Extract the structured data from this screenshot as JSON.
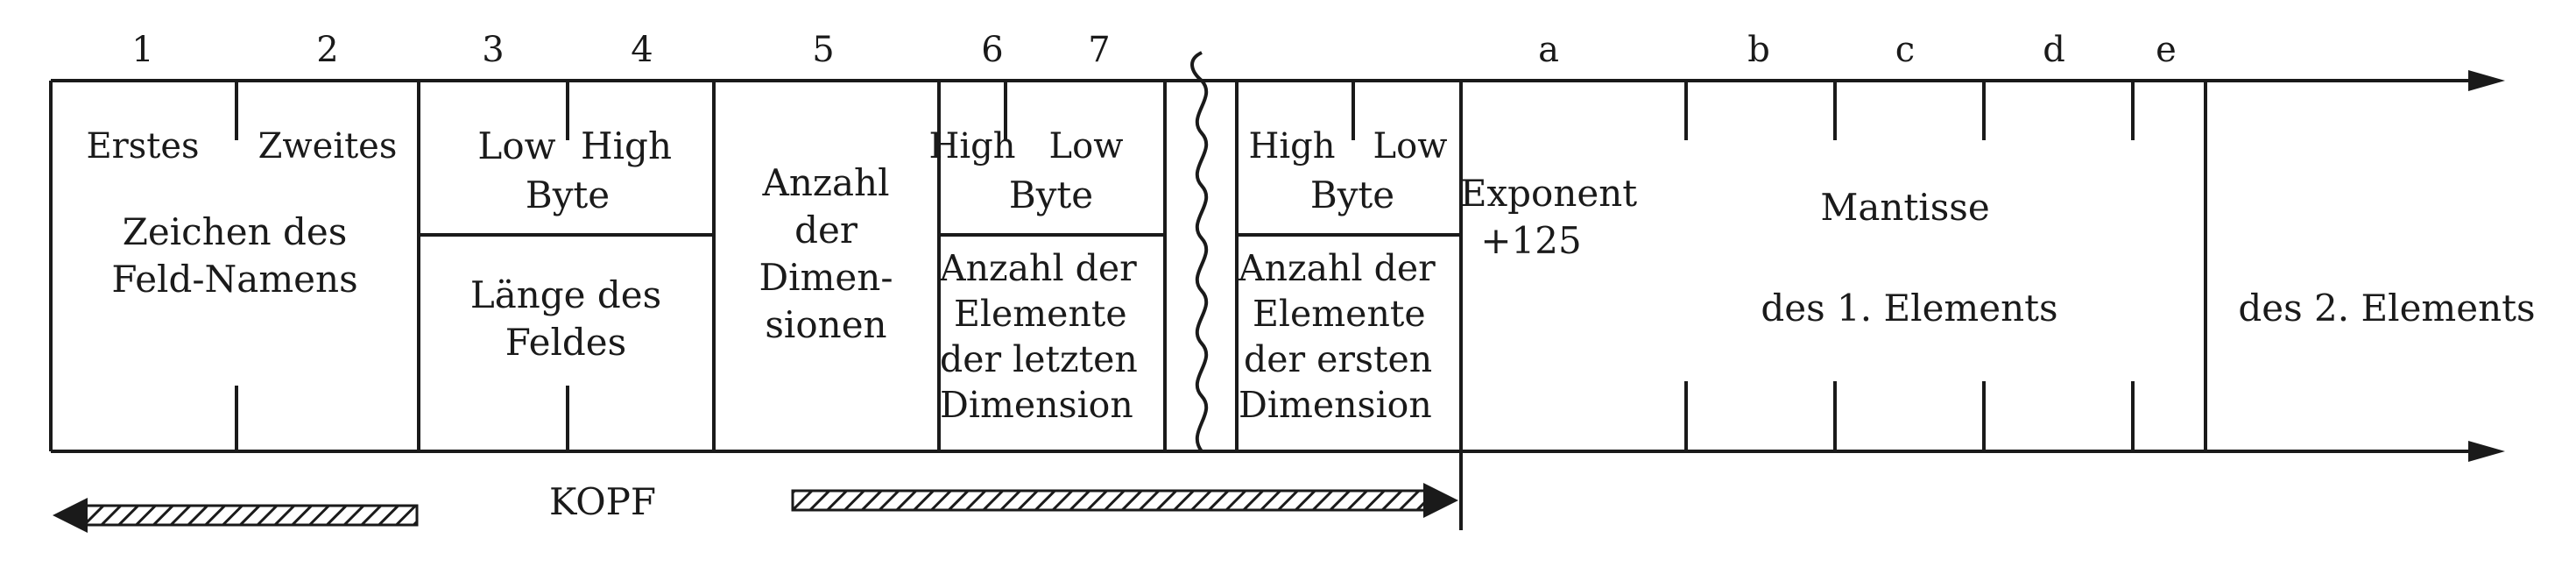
{
  "byte_numbers": [
    "1",
    "2",
    "3",
    "4",
    "5",
    "6",
    "7"
  ],
  "mantissa_letters": [
    "a",
    "b",
    "c",
    "d",
    "e"
  ],
  "fields": {
    "name_first": "Erstes",
    "name_second": "Zweites",
    "name_desc": [
      "Zeichen des",
      "Feld-Namens"
    ],
    "len_low": "Low",
    "len_high": "High",
    "len_byte": "Byte",
    "len_desc": [
      "Länge des",
      "Feldes"
    ],
    "dims_desc": [
      "Anzahl",
      "der",
      "Dimen-",
      "sionen"
    ],
    "last_high": "High",
    "last_low": "Low",
    "last_byte": "Byte",
    "last_desc": [
      "Anzahl der",
      "Elemente",
      "der letzten",
      "Dimension"
    ],
    "first_high": "High",
    "first_low": "Low",
    "first_byte": "Byte",
    "first_desc": [
      "Anzahl der",
      "Elemente",
      "der ersten",
      "Dimension"
    ],
    "exponent": [
      "Exponent",
      "+125"
    ],
    "mantissa": "Mantisse",
    "element1": "des 1. Elements",
    "element2": "des 2. Elements"
  },
  "header_label": "KOPF",
  "colors": {
    "ink": "#1a1a1a",
    "background": "#ffffff"
  }
}
